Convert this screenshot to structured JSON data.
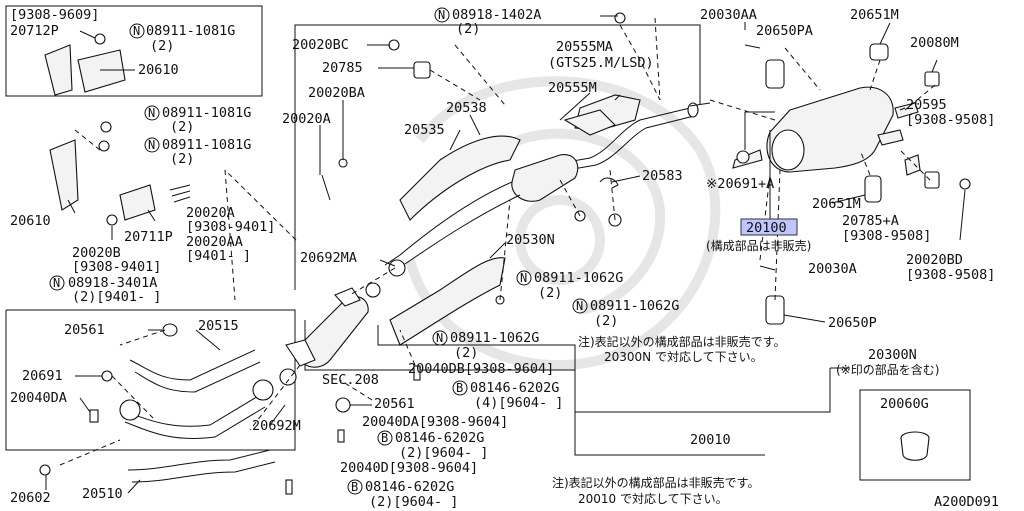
{
  "diagram": {
    "code": "A200D091",
    "callouts": {
      "c20030AA": "20030AA",
      "c20650PA": "20650PA",
      "c20651M_top": "20651M",
      "c20080M": "20080M",
      "c20595": "20595",
      "c20595_range": "[9308-9508]",
      "c20691A": "※20691+A",
      "c20651M_mid": "20651M",
      "c20785A": "20785+A",
      "c20785A_range": "[9308-9508]",
      "c20100": "20100",
      "c20100_note": "(構成部品は非販売)",
      "c20020BD": "20020BD",
      "c20020BD_range": "[9308-9508]",
      "c20030A": "20030A",
      "c20650P": "20650P",
      "c20300N": "20300N",
      "c20300N_note": "(※印の部品を含む)",
      "c20060G": "20060G",
      "c08918_1402A": "08918-1402A",
      "c08918_1402A_qty": "(2)",
      "c20555MA": "20555MA",
      "c20555MA_note": "(GTS25.M/LSD)",
      "c20555M": "20555M",
      "c20020BC": "20020BC",
      "c20785": "20785",
      "c20020BA": "20020BA",
      "c20538": "20538",
      "c20535": "20535",
      "c20020A_top": "20020A",
      "c20583": "20583",
      "c20530N": "20530N",
      "c08911_1062G_a": "08911-1062G",
      "c08911_1062G_a_qty": "(2)",
      "c08911_1062G_b": "08911-1062G",
      "c08911_1062G_b_qty": "(2)",
      "c08911_1062G_c": "08911-1062G",
      "c08911_1062G_c_qty": "(2)",
      "c20692MA": "20692MA",
      "c20040DB": "20040DB[9308-9604]",
      "c08146_a": "08146-6202G",
      "c08146_a_qty": "(4)[9604-    ]",
      "note_300N_1": "注)表記以外の構成部品は非販売です。",
      "note_300N_2": "20300N で対応して下さい。",
      "c20561_a": "20561",
      "c20561_b": "20561",
      "c20515": "20515",
      "c20691": "20691",
      "c20040DA": "20040DA",
      "c20692M": "20692M",
      "c20040DA_range": "20040DA[9308-9604]",
      "c08146_b": "08146-6202G",
      "c08146_b_qty": "(2)[9604-    ]",
      "sec208": "SEC.208",
      "c20010": "20010",
      "c20040D_range": "20040D[9308-9604]",
      "c08146_c": "08146-6202G",
      "c08146_c_qty": "(2)[9604-    ]",
      "note_010_1": "注)表記以外の構成部品は非販売です。",
      "note_010_2": "20010 で対応して下さい。",
      "c20602": "20602",
      "c20510": "20510",
      "box_range": "[9308-9609]",
      "c20712P": "20712P",
      "c08911_1081G_box": "08911-1081G",
      "c08911_1081G_box_qty": "(2)",
      "c20610_box": "20610",
      "c08911_1081G_a": "08911-1081G",
      "c08911_1081G_a_qty": "(2)",
      "c08911_1081G_b": "08911-1081G",
      "c08911_1081G_b_qty": "(2)",
      "c20610": "20610",
      "c20711P": "20711P",
      "c20020A_mid": "20020A",
      "c20020A_mid_range": "[9308-9401]",
      "c20020AA": "20020AA",
      "c20020AA_range": "[9401-    ]",
      "c20020B": "20020B",
      "c20020B_range": "[9308-9401]",
      "c08918_3401A": "08918-3401A",
      "c08918_3401A_qty": "(2)[9401-    ]"
    },
    "symbols": {
      "nut_prefix": "N",
      "bolt_prefix": "B"
    }
  }
}
